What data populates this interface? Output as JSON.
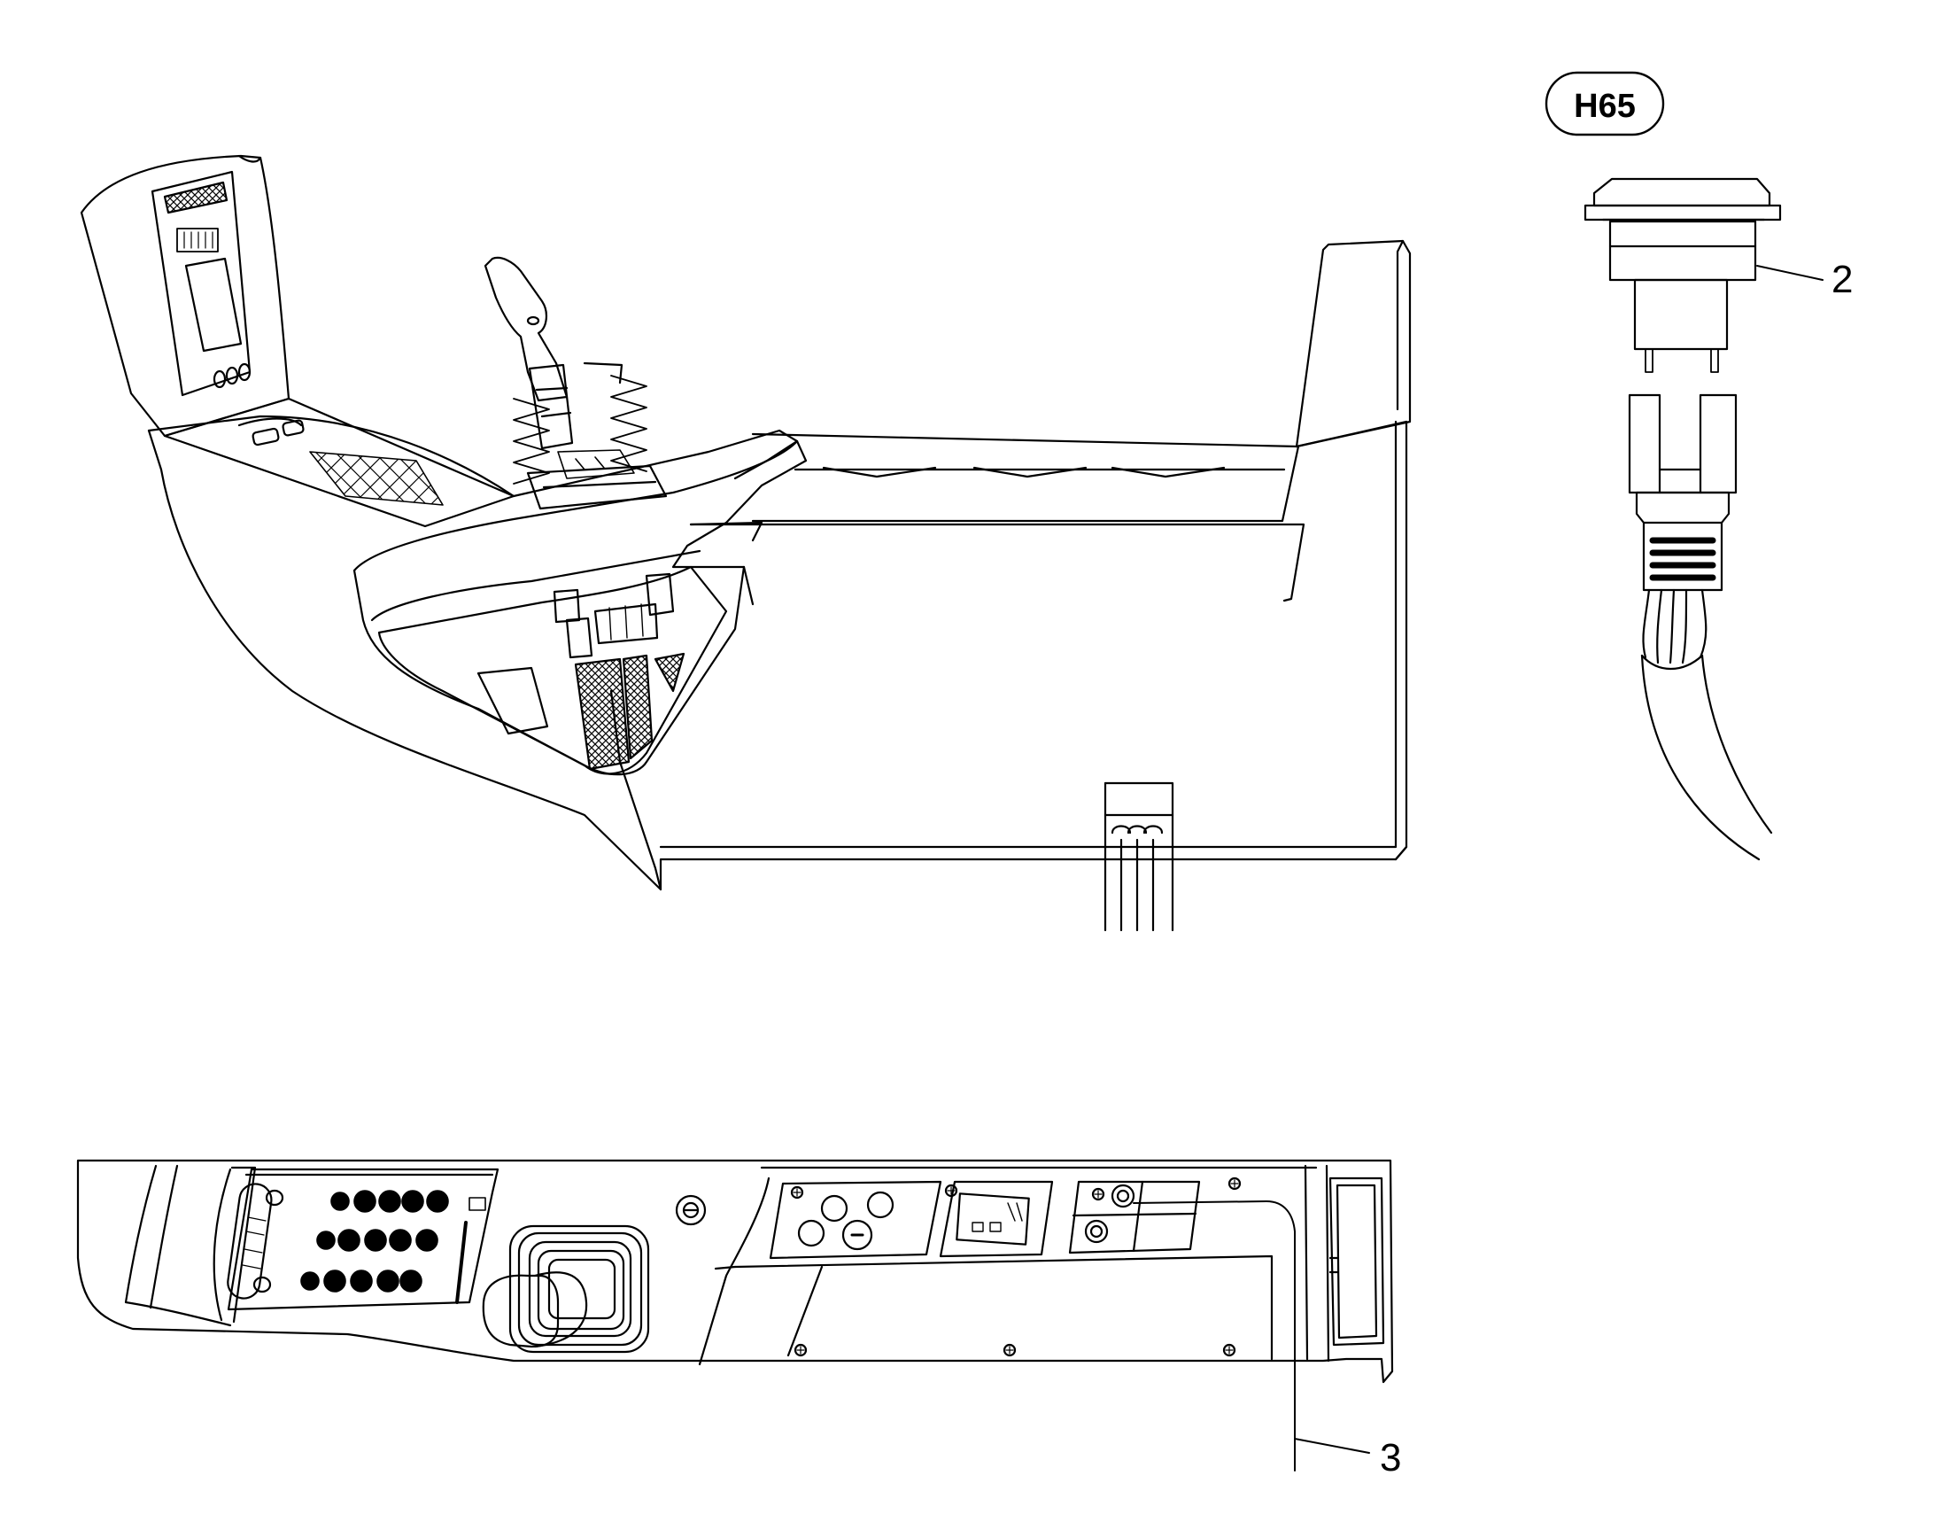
{
  "badge": {
    "label": "H65"
  },
  "callouts": [
    {
      "id": "2",
      "label": "2"
    },
    {
      "id": "3",
      "label": "3"
    }
  ],
  "colors": {
    "line": "#000000",
    "background": "#ffffff"
  }
}
